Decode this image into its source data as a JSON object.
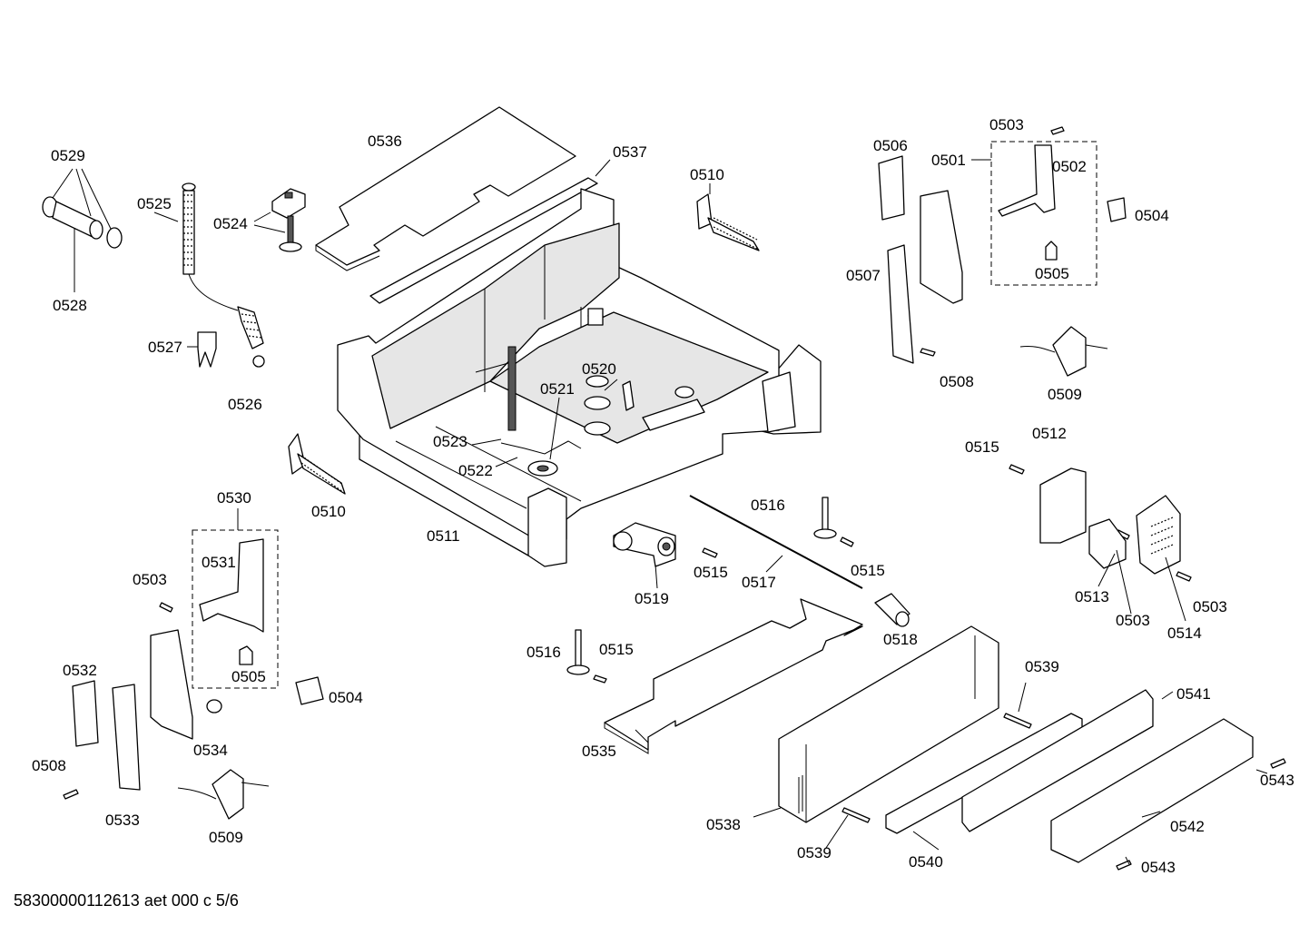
{
  "diagram": {
    "footer": "58300000112613 aet 000 c 5/6",
    "labels": {
      "l0529": "0529",
      "l0528": "0528",
      "l0525": "0525",
      "l0524": "0524",
      "l0527": "0527",
      "l0526": "0526",
      "l0536": "0536",
      "l0537": "0537",
      "l0510a": "0510",
      "l0510b": "0510",
      "l0520": "0520",
      "l0521": "0521",
      "l0523": "0523",
      "l0522": "0522",
      "l0511": "0511",
      "l0506": "0506",
      "l0501": "0501",
      "l0502": "0502",
      "l0503a": "0503",
      "l0504a": "0504",
      "l0505a": "0505",
      "l0507": "0507",
      "l0508a": "0508",
      "l0509a": "0509",
      "l0515a": "0515",
      "l0512": "0512",
      "l0513": "0513",
      "l0503b": "0503",
      "l0514": "0514",
      "l0503c": "0503",
      "l0516a": "0516",
      "l0515b": "0515",
      "l0515c": "0515",
      "l0517": "0517",
      "l0519": "0519",
      "l0518": "0518",
      "l0516b": "0516",
      "l0515d": "0515",
      "l0535": "0535",
      "l0530": "0530",
      "l0531": "0531",
      "l0503d": "0503",
      "l0505b": "0505",
      "l0504b": "0504",
      "l0532": "0532",
      "l0534": "0534",
      "l0508b": "0508",
      "l0533": "0533",
      "l0509b": "0509",
      "l0539a": "0539",
      "l0541": "0541",
      "l0543a": "0543",
      "l0538": "0538",
      "l0542": "0542",
      "l0539b": "0539",
      "l0540": "0540",
      "l0543b": "0543"
    }
  }
}
